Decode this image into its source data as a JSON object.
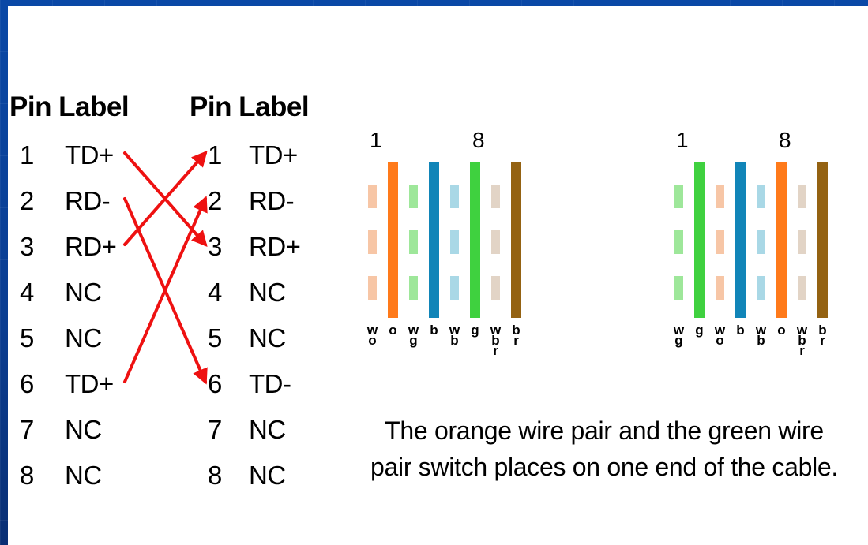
{
  "left_table": {
    "header": "Pin Label",
    "rows": [
      {
        "pin": "1",
        "label": "TD+"
      },
      {
        "pin": "2",
        "label": "RD-"
      },
      {
        "pin": "3",
        "label": "RD+"
      },
      {
        "pin": "4",
        "label": "NC"
      },
      {
        "pin": "5",
        "label": "NC"
      },
      {
        "pin": "6",
        "label": "TD+"
      },
      {
        "pin": "7",
        "label": "NC"
      },
      {
        "pin": "8",
        "label": "NC"
      }
    ]
  },
  "right_table": {
    "header": "Pin Label",
    "rows": [
      {
        "pin": "1",
        "label": "TD+"
      },
      {
        "pin": "2",
        "label": "RD-"
      },
      {
        "pin": "3",
        "label": "RD+"
      },
      {
        "pin": "4",
        "label": "NC"
      },
      {
        "pin": "5",
        "label": "NC"
      },
      {
        "pin": "6",
        "label": "TD-"
      },
      {
        "pin": "7",
        "label": "NC"
      },
      {
        "pin": "8",
        "label": "NC"
      }
    ]
  },
  "crossovers": [
    {
      "from_pin": "1",
      "to_pin": "3"
    },
    {
      "from_pin": "2",
      "to_pin": "6"
    },
    {
      "from_pin": "3",
      "to_pin": "1"
    },
    {
      "from_pin": "6",
      "to_pin": "2"
    }
  ],
  "arrow_color": "#ee1111",
  "connectors": [
    {
      "name": "connector-a",
      "first_pin": "1",
      "last_pin": "8",
      "wires": [
        {
          "code": "w\no",
          "color": "#f7c6a6",
          "striped": true
        },
        {
          "code": "o",
          "color": "#ff7a1a",
          "striped": false
        },
        {
          "code": "w\ng",
          "color": "#9ee79a",
          "striped": true
        },
        {
          "code": "b",
          "color": "#1185b8",
          "striped": false
        },
        {
          "code": "w\nb",
          "color": "#a9d8e6",
          "striped": true
        },
        {
          "code": "g",
          "color": "#3fd13f",
          "striped": false
        },
        {
          "code": "w\nb\nr",
          "color": "#e2d4c6",
          "striped": true
        },
        {
          "code": "b\nr",
          "color": "#946212",
          "striped": false
        }
      ]
    },
    {
      "name": "connector-b",
      "first_pin": "1",
      "last_pin": "8",
      "wires": [
        {
          "code": "w\ng",
          "color": "#9ee79a",
          "striped": true
        },
        {
          "code": "g",
          "color": "#3fd13f",
          "striped": false
        },
        {
          "code": "w\no",
          "color": "#f7c6a6",
          "striped": true
        },
        {
          "code": "b",
          "color": "#1185b8",
          "striped": false
        },
        {
          "code": "w\nb",
          "color": "#a9d8e6",
          "striped": true
        },
        {
          "code": "o",
          "color": "#ff7a1a",
          "striped": false
        },
        {
          "code": "w\nb\nr",
          "color": "#e2d4c6",
          "striped": true
        },
        {
          "code": "b\nr",
          "color": "#946212",
          "striped": false
        }
      ]
    }
  ],
  "caption": {
    "line1": "The orange wire pair and the green wire",
    "line2": "pair switch places on one end of the cable."
  },
  "frame_color": "#0b3d90"
}
